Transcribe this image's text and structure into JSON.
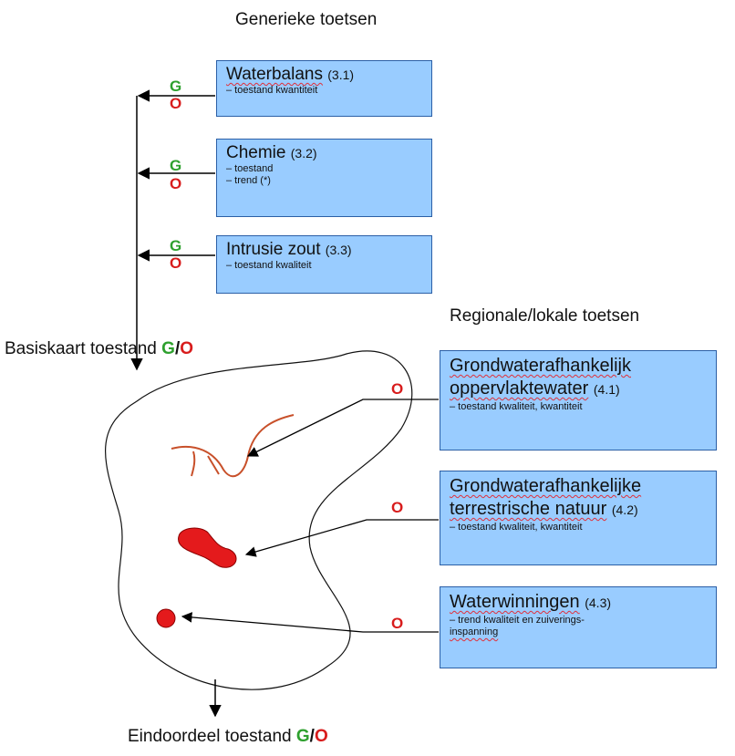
{
  "headings": {
    "generic": "Generieke toetsen",
    "regional": "Regionale/lokale toetsen"
  },
  "generic_tests": [
    {
      "title": "Waterbalans",
      "num": "(3.1)",
      "subs": [
        "– toestand kwantiteit"
      ],
      "g": "G",
      "o": "O"
    },
    {
      "title": "Chemie",
      "num": "(3.2)",
      "subs": [
        "– toestand",
        "– trend (*)"
      ],
      "g": "G",
      "o": "O"
    },
    {
      "title": "Intrusie zout",
      "num": "(3.3)",
      "subs": [
        "– toestand kwaliteit"
      ],
      "g": "G",
      "o": "O"
    }
  ],
  "regional_tests": [
    {
      "title1": "Grondwaterafhankelijk",
      "title2": "oppervlaktewater",
      "num": "(4.1)",
      "sub1": "– toestand kwaliteit, kwantiteit",
      "sub2": "",
      "o": "O"
    },
    {
      "title1": "Grondwaterafhankelijke",
      "title2": "terrestrische natuur",
      "num": "(4.2)",
      "sub1": "– toestand kwaliteit, kwantiteit",
      "sub2": "",
      "o": "O"
    },
    {
      "title1": "Waterwinningen",
      "title2": "",
      "num": "(4.3)",
      "sub1": "– trend kwaliteit en zuiverings-",
      "sub2": "inspanning",
      "o": "O"
    }
  ],
  "basiskaart": {
    "label": "Basiskaart toestand",
    "g": "G",
    "sep": "/",
    "o": "O"
  },
  "eindoordeel": {
    "label": "Eindoordeel toestand",
    "g": "G",
    "sep": "/",
    "o": "O"
  },
  "colors": {
    "box_fill": "#99ccff",
    "box_border": "#2b5fa6",
    "green": "#2ea02e",
    "red": "#d81c1c",
    "river": "#c8502a"
  }
}
